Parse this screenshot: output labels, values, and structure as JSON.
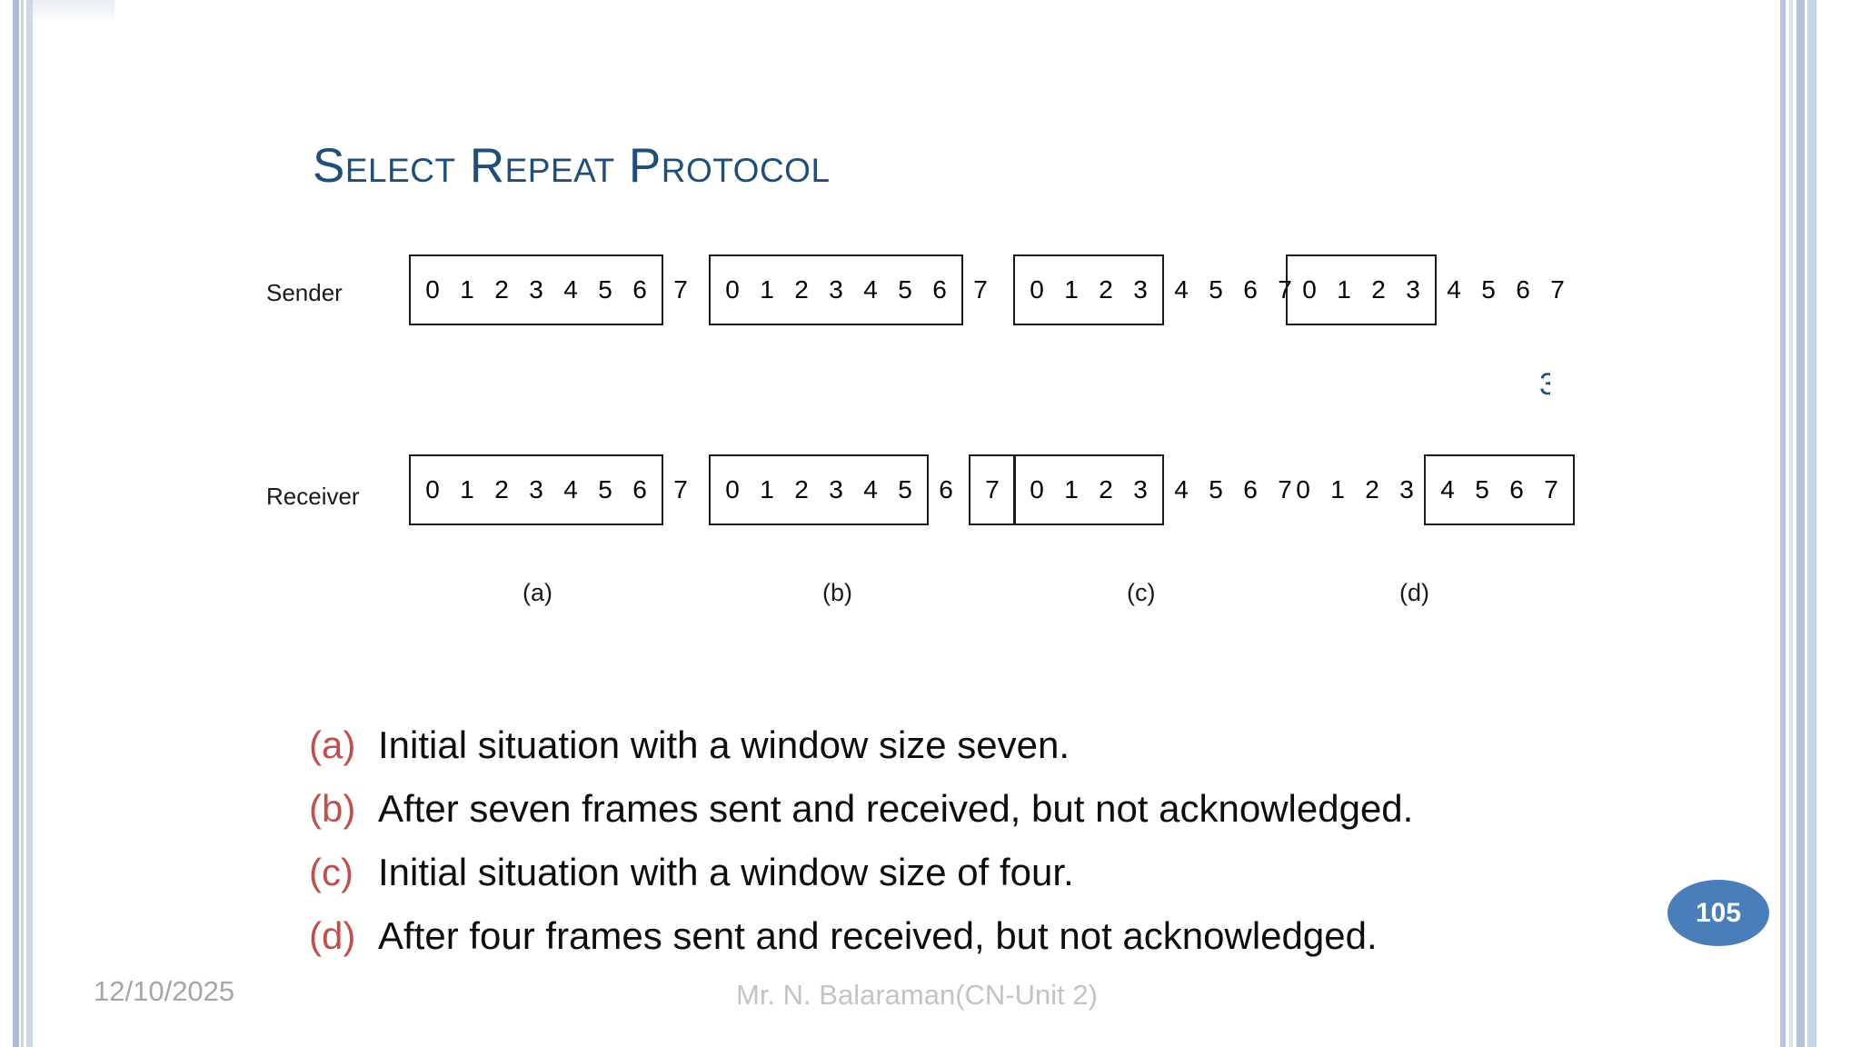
{
  "slide": {
    "title": "Select Repeat Protocol",
    "title_color": "#1f4e79",
    "accent_color": "#4a7ebb",
    "marker_color": "#c0504d",
    "stray_glyph": "3"
  },
  "diagram": {
    "row_labels": {
      "sender": "Sender",
      "receiver": "Receiver"
    },
    "panels": [
      {
        "caption": "(a)",
        "sender": {
          "in_window": [
            "0",
            "1",
            "2",
            "3",
            "4",
            "5",
            "6"
          ],
          "after": [
            "7"
          ],
          "before": []
        },
        "receiver": {
          "in_window": [
            "0",
            "1",
            "2",
            "3",
            "4",
            "5",
            "6"
          ],
          "after": [
            "7"
          ],
          "before": []
        }
      },
      {
        "caption": "(b)",
        "sender": {
          "in_window": [
            "0",
            "1",
            "2",
            "3",
            "4",
            "5",
            "6"
          ],
          "after": [
            "7"
          ],
          "before": []
        },
        "receiver": {
          "in_window": [
            "0",
            "1",
            "2",
            "3",
            "4",
            "5"
          ],
          "after": [
            "6"
          ],
          "before": [],
          "extra_boxed": [
            "7"
          ]
        }
      },
      {
        "caption": "(c)",
        "sender": {
          "in_window": [
            "0",
            "1",
            "2",
            "3"
          ],
          "after": [
            "4",
            "5",
            "6",
            "7"
          ],
          "before": []
        },
        "receiver": {
          "in_window": [
            "0",
            "1",
            "2",
            "3"
          ],
          "after": [
            "4",
            "5",
            "6",
            "7"
          ],
          "before": []
        }
      },
      {
        "caption": "(d)",
        "sender": {
          "in_window": [
            "0",
            "1",
            "2",
            "3"
          ],
          "after": [
            "4",
            "5",
            "6",
            "7"
          ],
          "before": []
        },
        "receiver": {
          "in_window": [
            "4",
            "5",
            "6",
            "7"
          ],
          "after": [],
          "before": [
            "0",
            "1",
            "2",
            "3"
          ]
        }
      }
    ]
  },
  "bullets": [
    {
      "marker": "(a)",
      "text": "Initial situation with a window size seven."
    },
    {
      "marker": "(b)",
      "text": "After seven frames sent and received, but not acknowledged."
    },
    {
      "marker": "(c)",
      "text": "Initial situation with a window size of four."
    },
    {
      "marker": "(d)",
      "text": "After four frames sent and received, but not acknowledged."
    }
  ],
  "footer": {
    "date": "12/10/2025",
    "center": "Mr. N. Balaraman(CN-Unit 2)",
    "page_number": "105"
  }
}
